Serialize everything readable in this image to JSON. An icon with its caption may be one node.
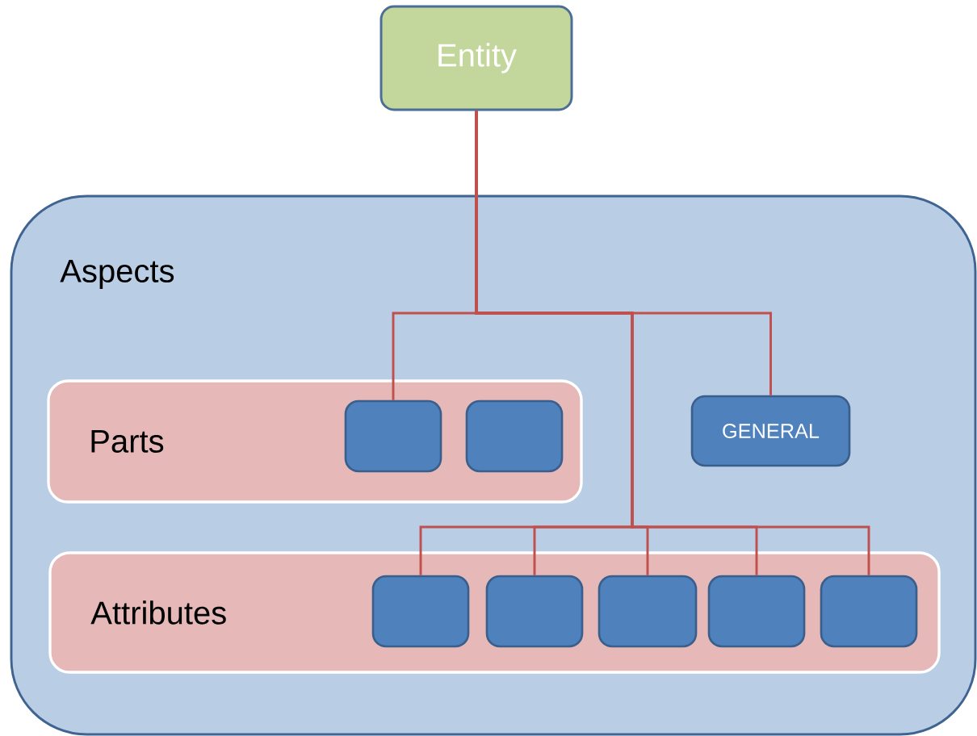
{
  "diagram": {
    "nodes": [
      {
        "text": [
          "Entity"
        ]
      },
      {
        "text": [
          "Aspects"
        ]
      },
      {
        "text": [
          "Parts"
        ],
        "in": 1
      },
      {
        "text": [],
        "shape": "box",
        "in": 2
      },
      {
        "text": [],
        "shape": "box",
        "in": 2
      },
      {
        "text": [
          "GENERAL"
        ],
        "in": 1
      },
      {
        "text": [
          "Attributes"
        ],
        "in": 1
      },
      {
        "text": [],
        "shape": "box",
        "in": 6
      },
      {
        "text": [],
        "shape": "box",
        "in": 6
      },
      {
        "text": [],
        "shape": "box",
        "in": 6
      },
      {
        "text": [],
        "shape": "box",
        "in": 6
      },
      {
        "text": [],
        "shape": "box",
        "in": 6
      }
    ],
    "edges": [
      {
        "from": 0,
        "to": 3,
        "arrow": "none"
      },
      {
        "from": 0,
        "to": 5,
        "arrow": "none"
      },
      {
        "from": 0,
        "to": 7,
        "arrow": "none"
      },
      {
        "from": 0,
        "to": 8,
        "arrow": "none"
      },
      {
        "from": 0,
        "to": 9,
        "arrow": "none"
      },
      {
        "from": 0,
        "to": 10,
        "arrow": "none"
      },
      {
        "from": 0,
        "to": 11,
        "arrow": "none"
      }
    ]
  }
}
